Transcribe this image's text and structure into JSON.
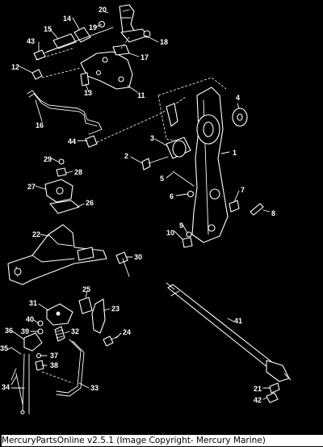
{
  "footer": {
    "caption": "MercuryPartsOnline v2.5.1 (Image Copyright- Mercury Marine)"
  },
  "callouts": {
    "c1": "1",
    "c2": "2",
    "c3": "3",
    "c4": "4",
    "c5": "5",
    "c6": "6",
    "c7": "7",
    "c8": "8",
    "c9": "9",
    "c10": "10",
    "c11": "11",
    "c12": "12",
    "c13": "13",
    "c14": "14",
    "c15": "15",
    "c16": "16",
    "c17": "17",
    "c18": "18",
    "c19": "19",
    "c20": "20",
    "c21": "21",
    "c22": "22",
    "c23": "23",
    "c24": "24",
    "c25": "25",
    "c26": "26",
    "c27": "27",
    "c28": "28",
    "c29": "29",
    "c30": "30",
    "c31": "31",
    "c32": "32",
    "c33": "33",
    "c34": "34",
    "c35": "35",
    "c36": "36",
    "c37": "37",
    "c38": "38",
    "c39": "39",
    "c40": "40",
    "c41": "41",
    "c42": "42",
    "c43": "43",
    "c44": "44"
  }
}
